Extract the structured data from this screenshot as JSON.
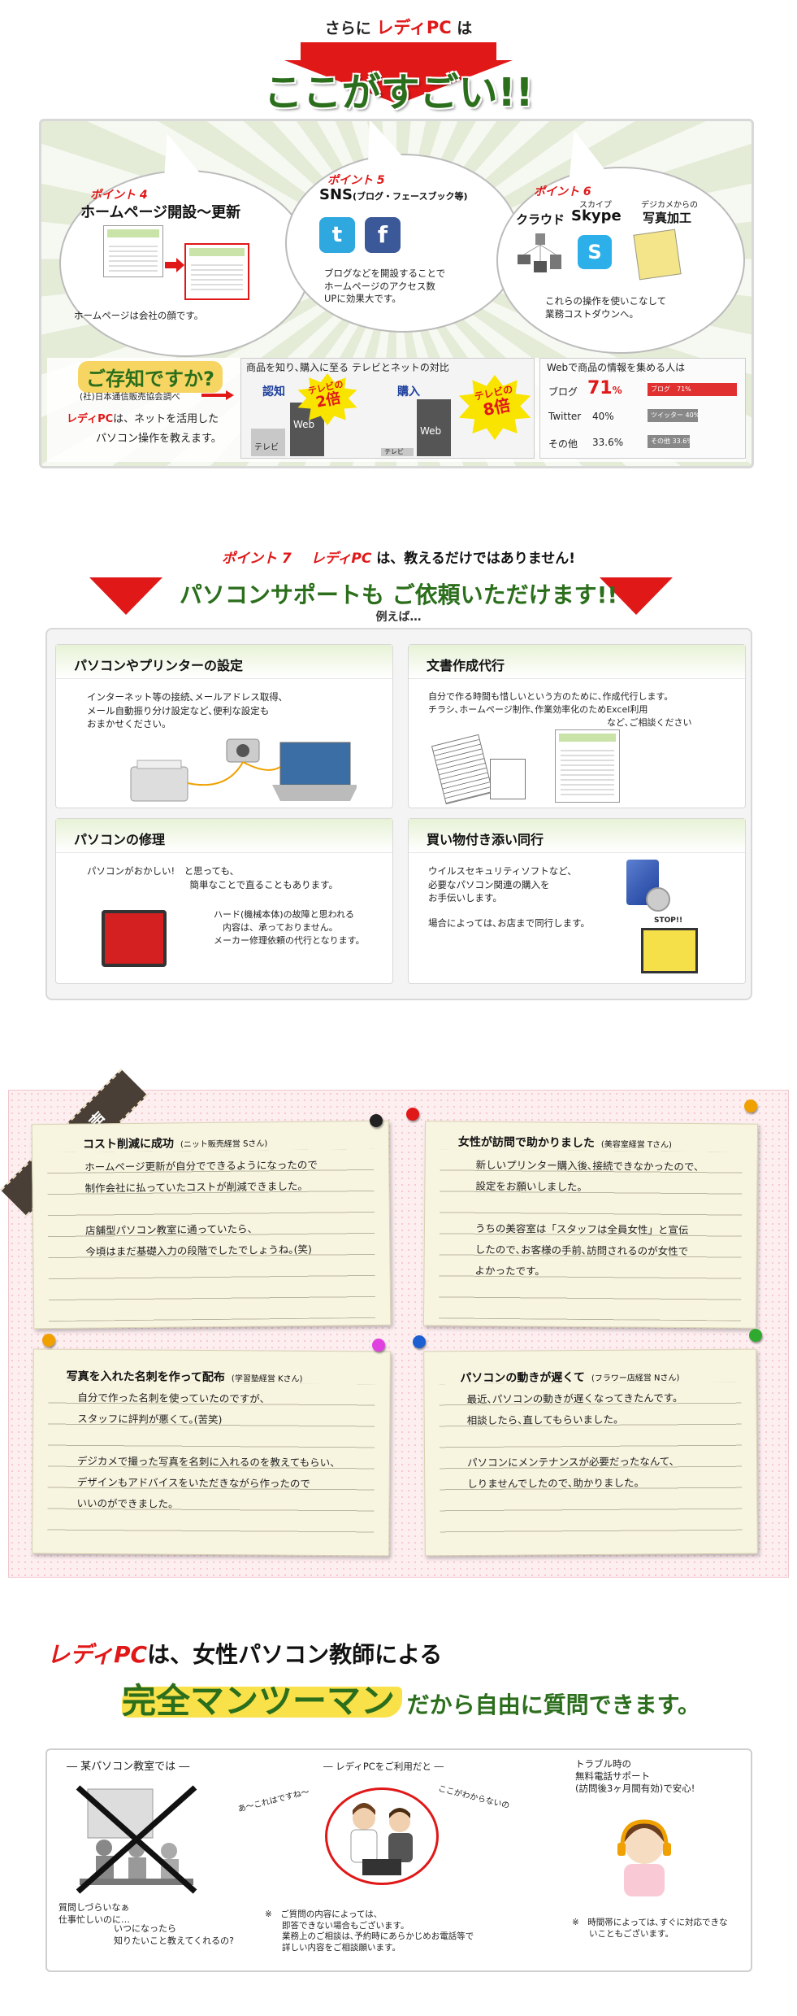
{
  "section1": {
    "pre_a": "さらに",
    "pre_brand": "レディPC",
    "pre_b": "は",
    "title": "ここがすごい!!",
    "point4": {
      "label": "ポイント 4",
      "title": "ホームページ開設～更新",
      "text": "ホームページは会社の顔です。"
    },
    "point5": {
      "label": "ポイント 5",
      "title": "SNS",
      "title_small": "(ブログ・フェースブック等)",
      "text": "ブログなどを開設することで\nホームページのアクセス数\nUPに効果大です。"
    },
    "point6": {
      "label": "ポイント 6",
      "col1": "クラウド",
      "col2_small": "スカイプ",
      "col2": "Skype",
      "col3_small": "デジカメからの",
      "col3": "写真加工",
      "text": "これらの操作を使いこなして\n業務コストダウンへ。"
    },
    "dz": {
      "title": "ご存知ですか?",
      "source": "(社)日本通信販売協会調べ",
      "brand": "レディPC",
      "text1": "は、ネットを活用した",
      "text2": "パソコン操作を教えます。"
    },
    "compare": {
      "heading": "商品を知り､購入に至る テレビとネットの対比",
      "label_left": "認知",
      "label_right": "購入",
      "tv": "テレビ",
      "web": "Web",
      "burst1_a": "テレビの",
      "burst1_b": "2倍",
      "burst2_a": "テレビの",
      "burst2_b": "8倍"
    },
    "webinfo": {
      "heading": "Webで商品の情報を集める人は",
      "rows": [
        {
          "label": "ブログ",
          "value": "71",
          "unit": "%",
          "bar_label": "ブログ　71%",
          "fraction": 0.71
        },
        {
          "label": "Twitter",
          "value": "40%",
          "bar_label": "ツイッター 40%",
          "fraction": 0.4
        },
        {
          "label": "その他",
          "value": "33.6%",
          "bar_label": "その他 33.6%",
          "fraction": 0.336
        }
      ]
    }
  },
  "section2": {
    "head_point": "ポイント 7",
    "head_brand": "レディPC",
    "head_rest": "は、教えるだけではありません!",
    "sub": "パソコンサポートも ご依頼いただけます!!",
    "sub2": "例えば…",
    "cards": [
      {
        "title": "パソコンやプリンターの設定",
        "text": "インターネット等の接続､メールアドレス取得､\nメール自動振り分け設定など､便利な設定も\nおまかせください。"
      },
      {
        "title": "文書作成代行",
        "text": "自分で作る時間も惜しいという方のために､作成代行します。\nチラシ､ホームページ制作､作業効率化のためExcel利用\n　　　　　　　　　　　　　　　　　　　　など､ご相談ください"
      },
      {
        "title": "パソコンの修理",
        "text1": "パソコンがおかしい!　と思っても、\n　　　　　　　　　　　簡単なことで直ることもあります。",
        "text2": "ハード(機械本体)の故障と思われる\n　内容は、承っておりません。\nメーカー修理依頼の代行となります。"
      },
      {
        "title": "買い物付き添い同行",
        "text1": "ウイルスセキュリティソフトなど、\n必要なパソコン関連の購入を\nお手伝いします。",
        "text2": "場合によっては､お店まで同行します。",
        "stop": "STOP!!"
      }
    ]
  },
  "section3": {
    "ribbon": "お客様の声",
    "notes": [
      {
        "title": "コスト削減に成功",
        "who": "(ニット販売経営 Sさん)",
        "lines": [
          "ホームページ更新が自分でできるようになったので",
          "制作会社に払っていたコストが削減できました。",
          "",
          "店舗型パソコン教室に通っていたら、",
          "今頃はまだ基礎入力の段階でしたでしょうね｡(笑)"
        ]
      },
      {
        "title": "女性が訪問で助かりました",
        "who": "(美容室経営 Tさん)",
        "lines": [
          "新しいプリンター購入後､接続できなかったので、",
          "設定をお願いしました。",
          "",
          "うちの美容室は「スタッフは全員女性」と宣伝",
          "したので､お客様の手前､訪問されるのが女性で",
          "よかったです。"
        ]
      },
      {
        "title": "写真を入れた名刺を作って配布",
        "who": "(学習塾経営 Kさん)",
        "lines": [
          "自分で作った名刺を使っていたのですが、",
          "スタッフに評判が悪くて｡(苦笑)",
          "",
          "デジカメで撮った写真を名刺に入れるのを教えてもらい、",
          "デザインもアドバイスをいただきながら作ったので",
          "いいのができました。"
        ]
      },
      {
        "title": "パソコンの動きが遅くて",
        "who": "(フラワー店経営 Nさん)",
        "lines": [
          "最近､パソコンの動きが遅くなってきたんです。",
          "相談したら､直してもらいました。",
          "",
          "パソコンにメンテナンスが必要だったなんて、",
          "しりませんでしたので､助かりました。"
        ]
      }
    ]
  },
  "section4": {
    "line1_brand": "レディPC",
    "line1_rest": "は、女性パソコン教師による",
    "line2_big": "完全マンツーマン",
    "line2_rest": "だから自由に質問できます。",
    "col1_head": "― 某パソコン教室では ―",
    "col1_cap1": "質問しづらいなぁ\n仕事忙しいのに…",
    "col1_cap2": "いつになったら\n知りたいこと教えてくれるの?",
    "col2_head": "― レディPCをご利用だと ―",
    "col2_bubble1": "あ～これはですね～",
    "col2_bubble2": "ここがわからないの",
    "col2_note": "※　ご質問の内容によっては、\n　　即答できない場合もございます。\n　　業務上のご相談は､予約時にあらかじめお電話等で\n　　詳しい内容をご相談願います。",
    "col3_head": "トラブル時の\n無料電話サポート\n(訪問後3ヶ月間有効)で安心!",
    "col3_note": "※　時間帯によっては､すぐに対応できな\n　　いこともございます。"
  },
  "colors": {
    "accent_red": "#e01818",
    "accent_green": "#2b6e1c",
    "ribbon": "#4a3f36"
  }
}
